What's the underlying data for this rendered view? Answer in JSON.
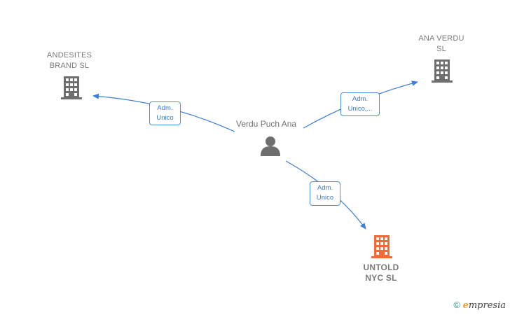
{
  "nodes": {
    "andesites": {
      "line1": "ANDESITES",
      "line2": "BRAND  SL",
      "icon": "building-icon",
      "color": "#6e6e6e"
    },
    "ana_verdu": {
      "line1": "ANA VERDU",
      "line2": "SL",
      "icon": "building-icon",
      "color": "#6e6e6e"
    },
    "untold": {
      "line1": "UNTOLD",
      "line2": "NYC  SL",
      "icon": "building-icon",
      "color": "#f26a3a"
    },
    "person": {
      "label": "Verdu Puch Ana",
      "icon": "person-icon",
      "color": "#6e6e6e"
    }
  },
  "edges": {
    "to_andesites": {
      "line1": "Adm.",
      "line2": "Unico"
    },
    "to_ana_verdu": {
      "line1": "Adm.",
      "line2": "Unico,..."
    },
    "to_untold": {
      "line1": "Adm.",
      "line2": "Unico"
    }
  },
  "colors": {
    "edge": "#3c7fd6"
  },
  "footer": {
    "copyright": "©",
    "brand_first": "e",
    "brand_rest": "mpresia"
  }
}
